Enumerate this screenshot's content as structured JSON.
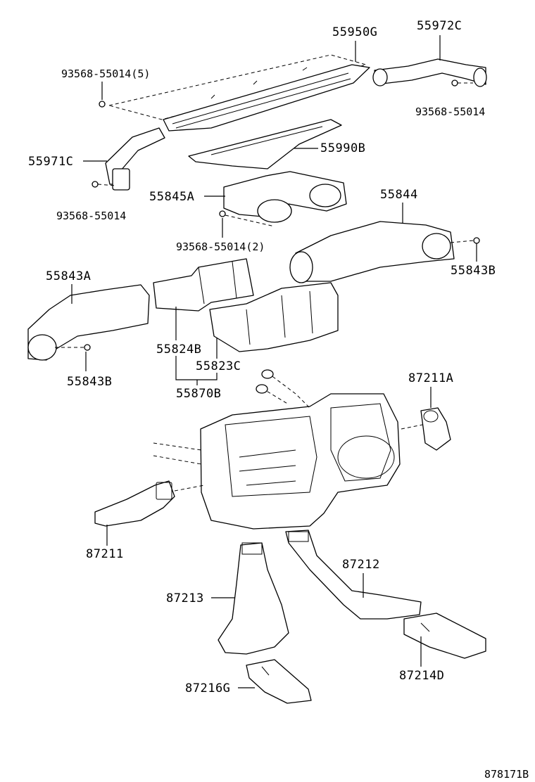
{
  "figure_id": "878171B",
  "labels": {
    "p55950G": "55950G",
    "p55972C": "55972C",
    "p93568_55014_5": "93568-55014(5)",
    "p93568_55014_a": "93568-55014",
    "p55971C": "55971C",
    "p55990B": "55990B",
    "p55845A": "55845A",
    "p93568_55014_b": "93568-55014",
    "p55844": "55844",
    "p93568_55014_2": "93568-55014(2)",
    "p55843A": "55843A",
    "p55843B_a": "55843B",
    "p55824B": "55824B",
    "p55823C": "55823C",
    "p55843B_b": "55843B",
    "p55870B": "55870B",
    "p87211A": "87211A",
    "p87211": "87211",
    "p87212": "87212",
    "p87213": "87213",
    "p87214D": "87214D",
    "p87216G": "87216G"
  }
}
